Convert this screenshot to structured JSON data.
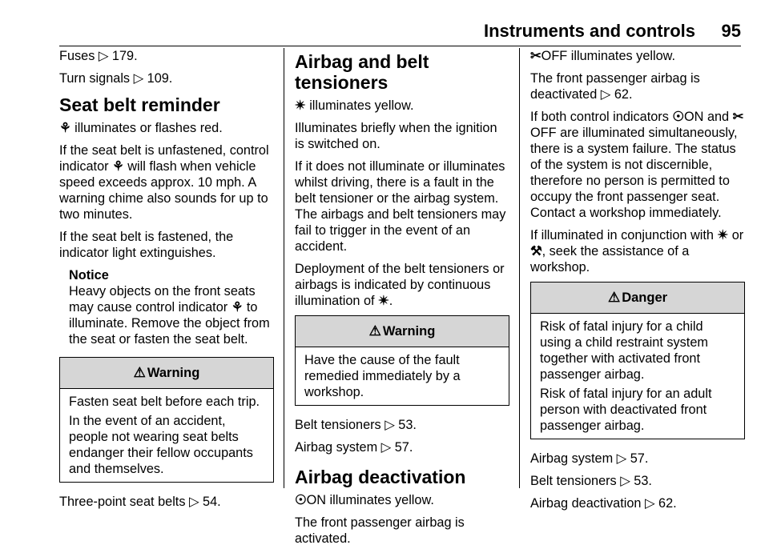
{
  "header": {
    "title": "Instruments and controls",
    "page_number": "95"
  },
  "column1": {
    "ref_fuses": "Fuses ▷ 179.",
    "ref_turn_signals": "Turn signals ▷ 109.",
    "heading_seat_belt_reminder": "Seat belt reminder",
    "seatbelt_icon_glyph": "⚘",
    "p1": "illuminates or flashes red.",
    "p2_pre": "If the seat belt is unfastened, control indicator",
    "p2_post": "will flash when vehicle speed exceeds approx. 10 mph. A warning chime also sounds for up to two minutes.",
    "p3": "If the seat belt is fastened, the indicator light extinguishes.",
    "notice_title": "Notice",
    "notice_pre": "Heavy objects on the front seats may cause control indicator",
    "notice_post": "to illuminate. Remove the object from the seat or fasten the seat belt.",
    "warning_title": "Warning",
    "warning_p1": "Fasten seat belt before each trip.",
    "warning_p2": "In the event of an accident, people not wearing seat belts endanger their fellow occupants and themselves.",
    "ref_three_point": "Three-point seat belts ▷ 54."
  },
  "column2": {
    "heading_airbag_tensioners": "Airbag and belt tensioners",
    "airbag_icon_glyph": "✴",
    "p1": "illuminates yellow.",
    "p2": "Illuminates briefly when the ignition is switched on.",
    "p3": "If it does not illuminate or illuminates whilst driving, there is a fault in the belt tensioner or the airbag system. The airbags and belt tensioners may fail to trigger in the event of an accident.",
    "p4_pre": "Deployment of the belt tensioners or airbags is indicated by continuous illumination of",
    "p4_post": ".",
    "warning_title": "Warning",
    "warning_text": "Have the cause of the fault remedied immediately by a workshop.",
    "ref_belt_tensioners": "Belt tensioners ▷ 53.",
    "ref_airbag_system": "Airbag system ▷ 57.",
    "heading_airbag_deactivation": "Airbag deactivation",
    "on_icon_glyph": "☉",
    "on_text": "ON illuminates yellow.",
    "p5": "The front passenger airbag is activated."
  },
  "column3": {
    "off_icon_glyph": "✂",
    "off_text": "OFF illuminates yellow.",
    "p1": "The front passenger airbag is deactivated ▷ 62.",
    "p2_a": "If both control indicators",
    "p2_b": "ON and",
    "p2_c": "OFF are illuminated simultaneously, there is a system failure. The status of the system is not discernible, therefore no person is permitted to occupy the front passenger seat. Contact a workshop immediately.",
    "p3_a": "If illuminated in conjunction with",
    "p3_b": "or",
    "wrench_icon_glyph": "⚒",
    "p3_c": ", seek the assistance of a workshop.",
    "danger_title": "Danger",
    "danger_p1": "Risk of fatal injury for a child using a child restraint system together with activated front passenger airbag.",
    "danger_p2": "Risk of fatal injury for an adult person with deactivated front passenger airbag.",
    "ref_airbag_system": "Airbag system ▷ 57.",
    "ref_belt_tensioners": "Belt tensioners ▷ 53.",
    "ref_airbag_deactivation": "Airbag deactivation ▷ 62."
  },
  "warning_icon_glyph": "⚠"
}
